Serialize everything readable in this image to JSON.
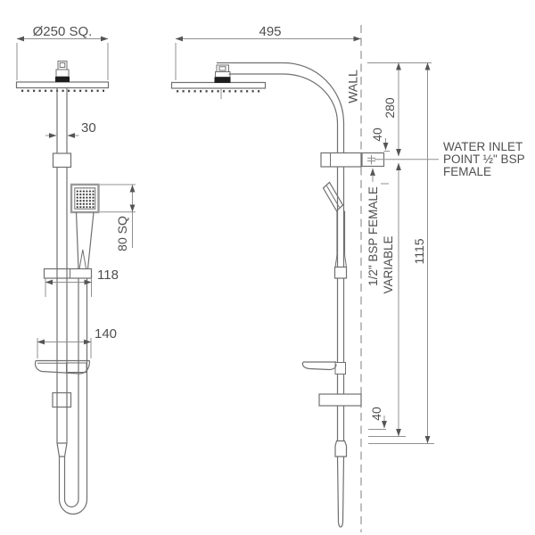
{
  "drawing": {
    "title": "Shower column technical drawing, front and side views with dimensions",
    "colors": {
      "background": "#ffffff",
      "part_line": "#707070",
      "dimension_line": "#909090",
      "text": "#4f4f4f",
      "dark_fitting": "#1e1e1e"
    },
    "front_view": {
      "head_width_label": "Ø250 SQ.",
      "pipe_width_label": "30",
      "handshower_size_label": "80 SQ",
      "bracket_width_label": "118",
      "soap_dish_width_label": "140"
    },
    "side_view": {
      "arm_reach_label": "495",
      "wall_label": "WALL",
      "head_to_inlet_label": "280",
      "inlet_height_label": "40",
      "inlet_thread_label": "1/2\" BSP FEMALE",
      "variable_label": "VARIABLE",
      "total_height_label": "1115",
      "bottom_offset_label": "40",
      "inlet_note_line1": "WATER INLET",
      "inlet_note_line2": "POINT ½\" BSP",
      "inlet_note_line3": "FEMALE"
    }
  }
}
